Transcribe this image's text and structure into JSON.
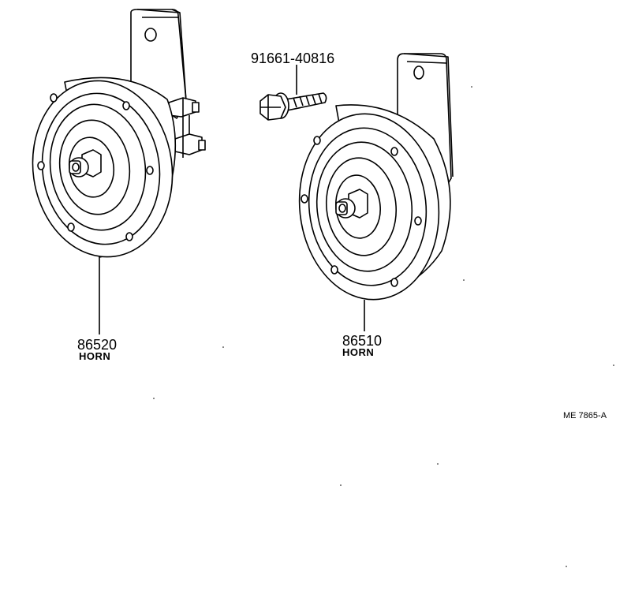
{
  "parts": {
    "left_horn": {
      "part_number": "86520",
      "name": "HORN"
    },
    "right_horn": {
      "part_number": "86510",
      "name": "HORN"
    },
    "bolt": {
      "part_number": "91661-40816"
    }
  },
  "reference_code": "ME 7865-A"
}
